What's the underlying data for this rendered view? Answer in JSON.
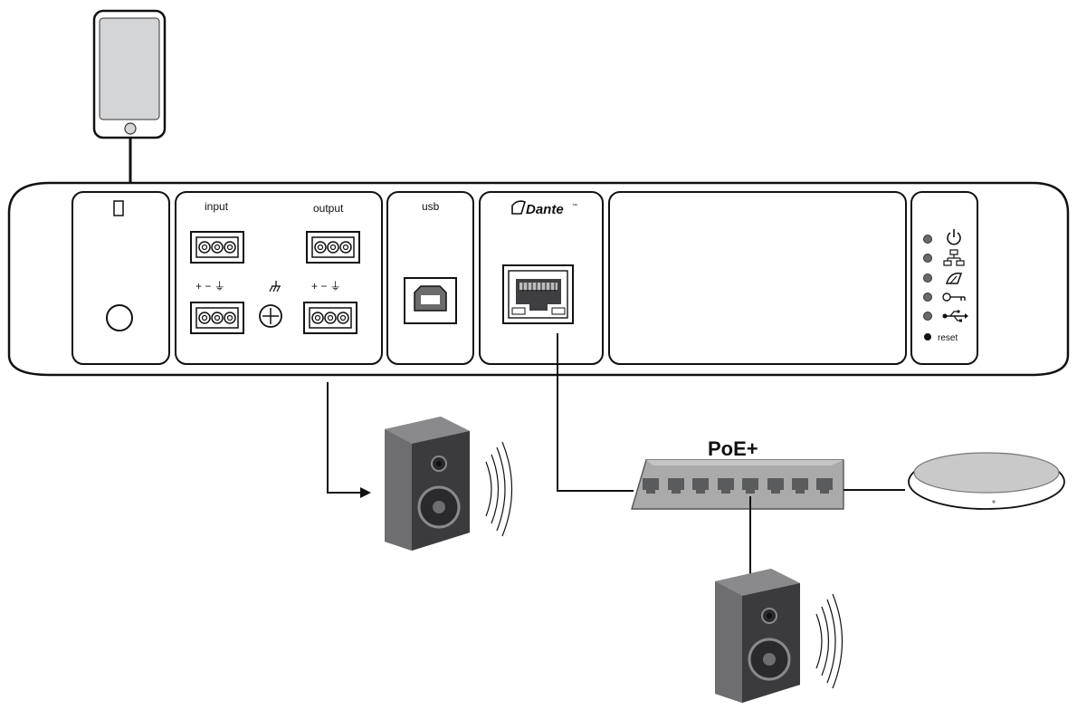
{
  "device": {
    "input_label": "input",
    "output_label": "output",
    "usb_label": "usb",
    "dante_label": "Dante",
    "dante_tm": "™",
    "terminal_polarity_input": "+ − ⏚",
    "terminal_polarity_output": "+ − ⏚",
    "status_icons": [
      "power-icon",
      "network-icon",
      "dante-icon",
      "encryption-key-icon",
      "usb-icon"
    ],
    "reset_label": "reset"
  },
  "network": {
    "switch_label": "PoE+"
  },
  "icons": [
    "smartphone-icon",
    "speaker-icon",
    "ceiling-microphone-icon",
    "ethernet-port-icon",
    "usb-b-port-icon",
    "terminal-block-icon",
    "chassis-ground-icon"
  ],
  "colors": {
    "stroke": "#111111",
    "switch_fill": "#a9aaa9",
    "speaker_dark": "#3f3f41",
    "speaker_mid": "#6b6b6d",
    "led_fill": "#6a6a6a"
  }
}
